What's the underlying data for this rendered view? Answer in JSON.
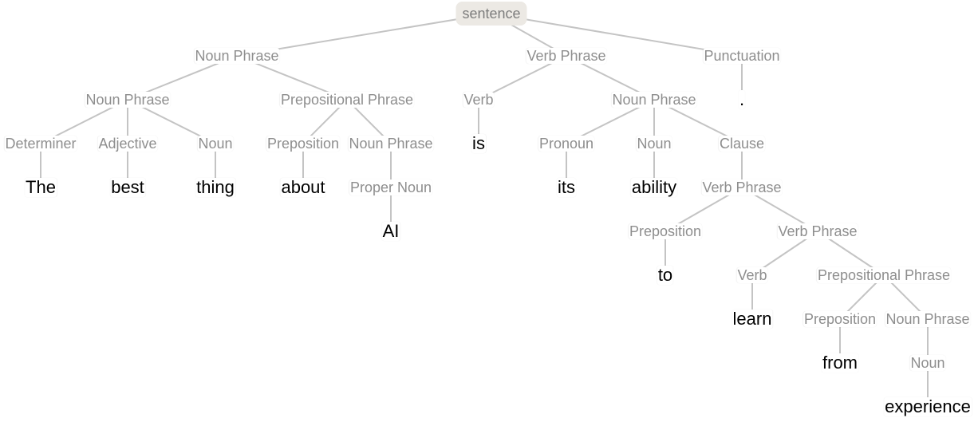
{
  "tree": {
    "root": "sentence",
    "nodes": [
      {
        "id": "n0",
        "kind": "root",
        "text": "sentence",
        "parent": null
      },
      {
        "id": "n1",
        "kind": "label",
        "text": "Noun Phrase",
        "parent": "n0"
      },
      {
        "id": "n2",
        "kind": "label",
        "text": "Verb Phrase",
        "parent": "n0"
      },
      {
        "id": "n3",
        "kind": "label",
        "text": "Punctuation",
        "parent": "n0"
      },
      {
        "id": "n4",
        "kind": "label",
        "text": "Noun Phrase",
        "parent": "n1"
      },
      {
        "id": "n5",
        "kind": "label",
        "text": "Prepositional Phrase",
        "parent": "n1"
      },
      {
        "id": "n6",
        "kind": "label",
        "text": "Verb",
        "parent": "n2"
      },
      {
        "id": "n7",
        "kind": "label",
        "text": "Noun Phrase",
        "parent": "n2"
      },
      {
        "id": "n8",
        "kind": "word",
        "text": ".",
        "parent": "n3"
      },
      {
        "id": "n9",
        "kind": "label",
        "text": "Determiner",
        "parent": "n4"
      },
      {
        "id": "n10",
        "kind": "label",
        "text": "Adjective",
        "parent": "n4"
      },
      {
        "id": "n11",
        "kind": "label",
        "text": "Noun",
        "parent": "n4"
      },
      {
        "id": "n12",
        "kind": "label",
        "text": "Preposition",
        "parent": "n5"
      },
      {
        "id": "n13",
        "kind": "label",
        "text": "Noun Phrase",
        "parent": "n5"
      },
      {
        "id": "n14",
        "kind": "word",
        "text": "is",
        "parent": "n6"
      },
      {
        "id": "n15",
        "kind": "label",
        "text": "Pronoun",
        "parent": "n7"
      },
      {
        "id": "n16",
        "kind": "label",
        "text": "Noun",
        "parent": "n7"
      },
      {
        "id": "n17",
        "kind": "label",
        "text": "Clause",
        "parent": "n7"
      },
      {
        "id": "n18",
        "kind": "word",
        "text": "The",
        "parent": "n9"
      },
      {
        "id": "n19",
        "kind": "word",
        "text": "best",
        "parent": "n10"
      },
      {
        "id": "n20",
        "kind": "word",
        "text": "thing",
        "parent": "n11"
      },
      {
        "id": "n21",
        "kind": "word",
        "text": "about",
        "parent": "n12"
      },
      {
        "id": "n22",
        "kind": "label",
        "text": "Proper Noun",
        "parent": "n13"
      },
      {
        "id": "n23",
        "kind": "word",
        "text": "its",
        "parent": "n15"
      },
      {
        "id": "n24",
        "kind": "word",
        "text": "ability",
        "parent": "n16"
      },
      {
        "id": "n25",
        "kind": "label",
        "text": "Verb Phrase",
        "parent": "n17"
      },
      {
        "id": "n26",
        "kind": "word",
        "text": "AI",
        "parent": "n22"
      },
      {
        "id": "n27",
        "kind": "label",
        "text": "Preposition",
        "parent": "n25"
      },
      {
        "id": "n28",
        "kind": "label",
        "text": "Verb Phrase",
        "parent": "n25"
      },
      {
        "id": "n29",
        "kind": "word",
        "text": "to",
        "parent": "n27"
      },
      {
        "id": "n30",
        "kind": "label",
        "text": "Verb",
        "parent": "n28"
      },
      {
        "id": "n31",
        "kind": "label",
        "text": "Prepositional Phrase",
        "parent": "n28"
      },
      {
        "id": "n32",
        "kind": "word",
        "text": "learn",
        "parent": "n30"
      },
      {
        "id": "n33",
        "kind": "label",
        "text": "Preposition",
        "parent": "n31"
      },
      {
        "id": "n34",
        "kind": "label",
        "text": "Noun Phrase",
        "parent": "n31"
      },
      {
        "id": "n35",
        "kind": "word",
        "text": "from",
        "parent": "n33"
      },
      {
        "id": "n36",
        "kind": "label",
        "text": "Noun",
        "parent": "n34"
      },
      {
        "id": "n37",
        "kind": "word",
        "text": "experience",
        "parent": "n36"
      }
    ]
  }
}
